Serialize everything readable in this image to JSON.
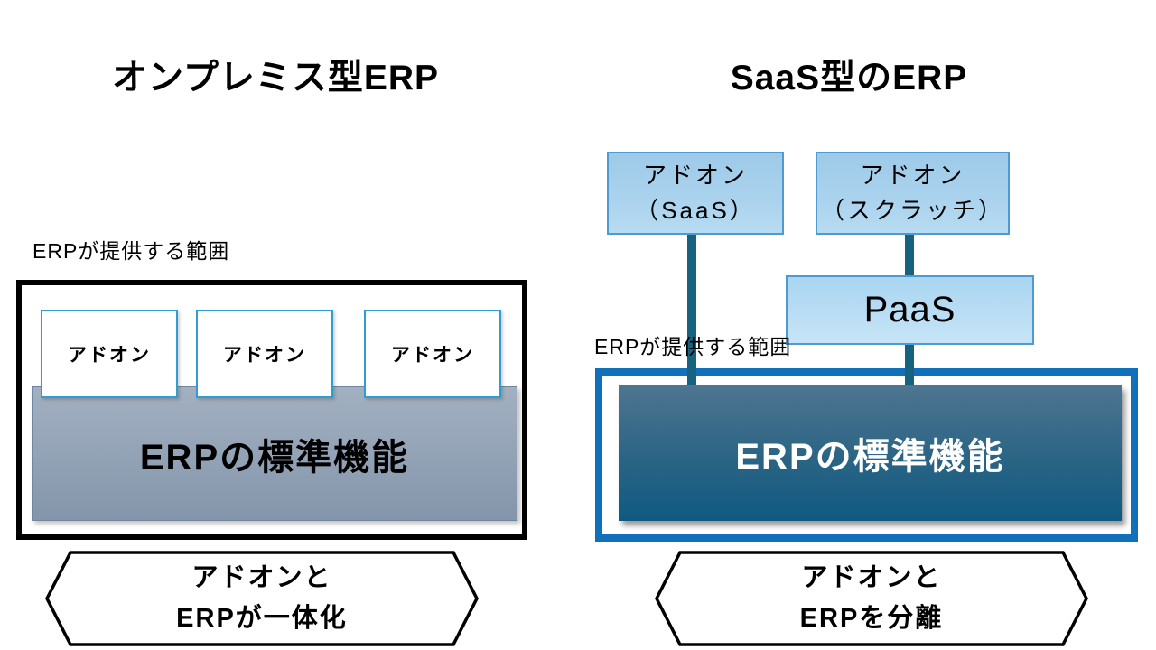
{
  "left_panel": {
    "title": "オンプレミス型ERP",
    "scope_label": "ERPが提供する範囲",
    "addons": [
      "アドオン",
      "アドオン",
      "アドオン"
    ],
    "core_label": "ERPの標準機能",
    "banner": {
      "line1": "アドオンと",
      "line2": "ERPが一体化"
    }
  },
  "right_panel": {
    "title": "SaaS型のERP",
    "scope_label": "ERPが提供する範囲",
    "addon_saas": {
      "line1": "アドオン",
      "line2": "（SaaS）"
    },
    "addon_scratch": {
      "line1": "アドオン",
      "line2": "（スクラッチ）"
    },
    "paas_label": "PaaS",
    "core_label": "ERPの標準機能",
    "banner": {
      "line1": "アドオンと",
      "line2": "ERPを分離"
    }
  },
  "colors": {
    "frame_black": "#000000",
    "frame_blue": "#1070ba",
    "connector_teal": "#176280",
    "addon_white_border": "#2f9ecf",
    "lightblue_box_border": "#4f9bd1",
    "lightblue_box_top": "#9dcae8",
    "lightblue_box_bottom": "#b7dcf2",
    "gray_core_top": "#a2b0c1",
    "gray_core_bottom": "#8395aa",
    "dark_core_top": "#4e7590",
    "dark_core_bottom": "#0f5a82",
    "dark_core_text": "#ffffff",
    "text": "#000000",
    "background": "#ffffff"
  }
}
